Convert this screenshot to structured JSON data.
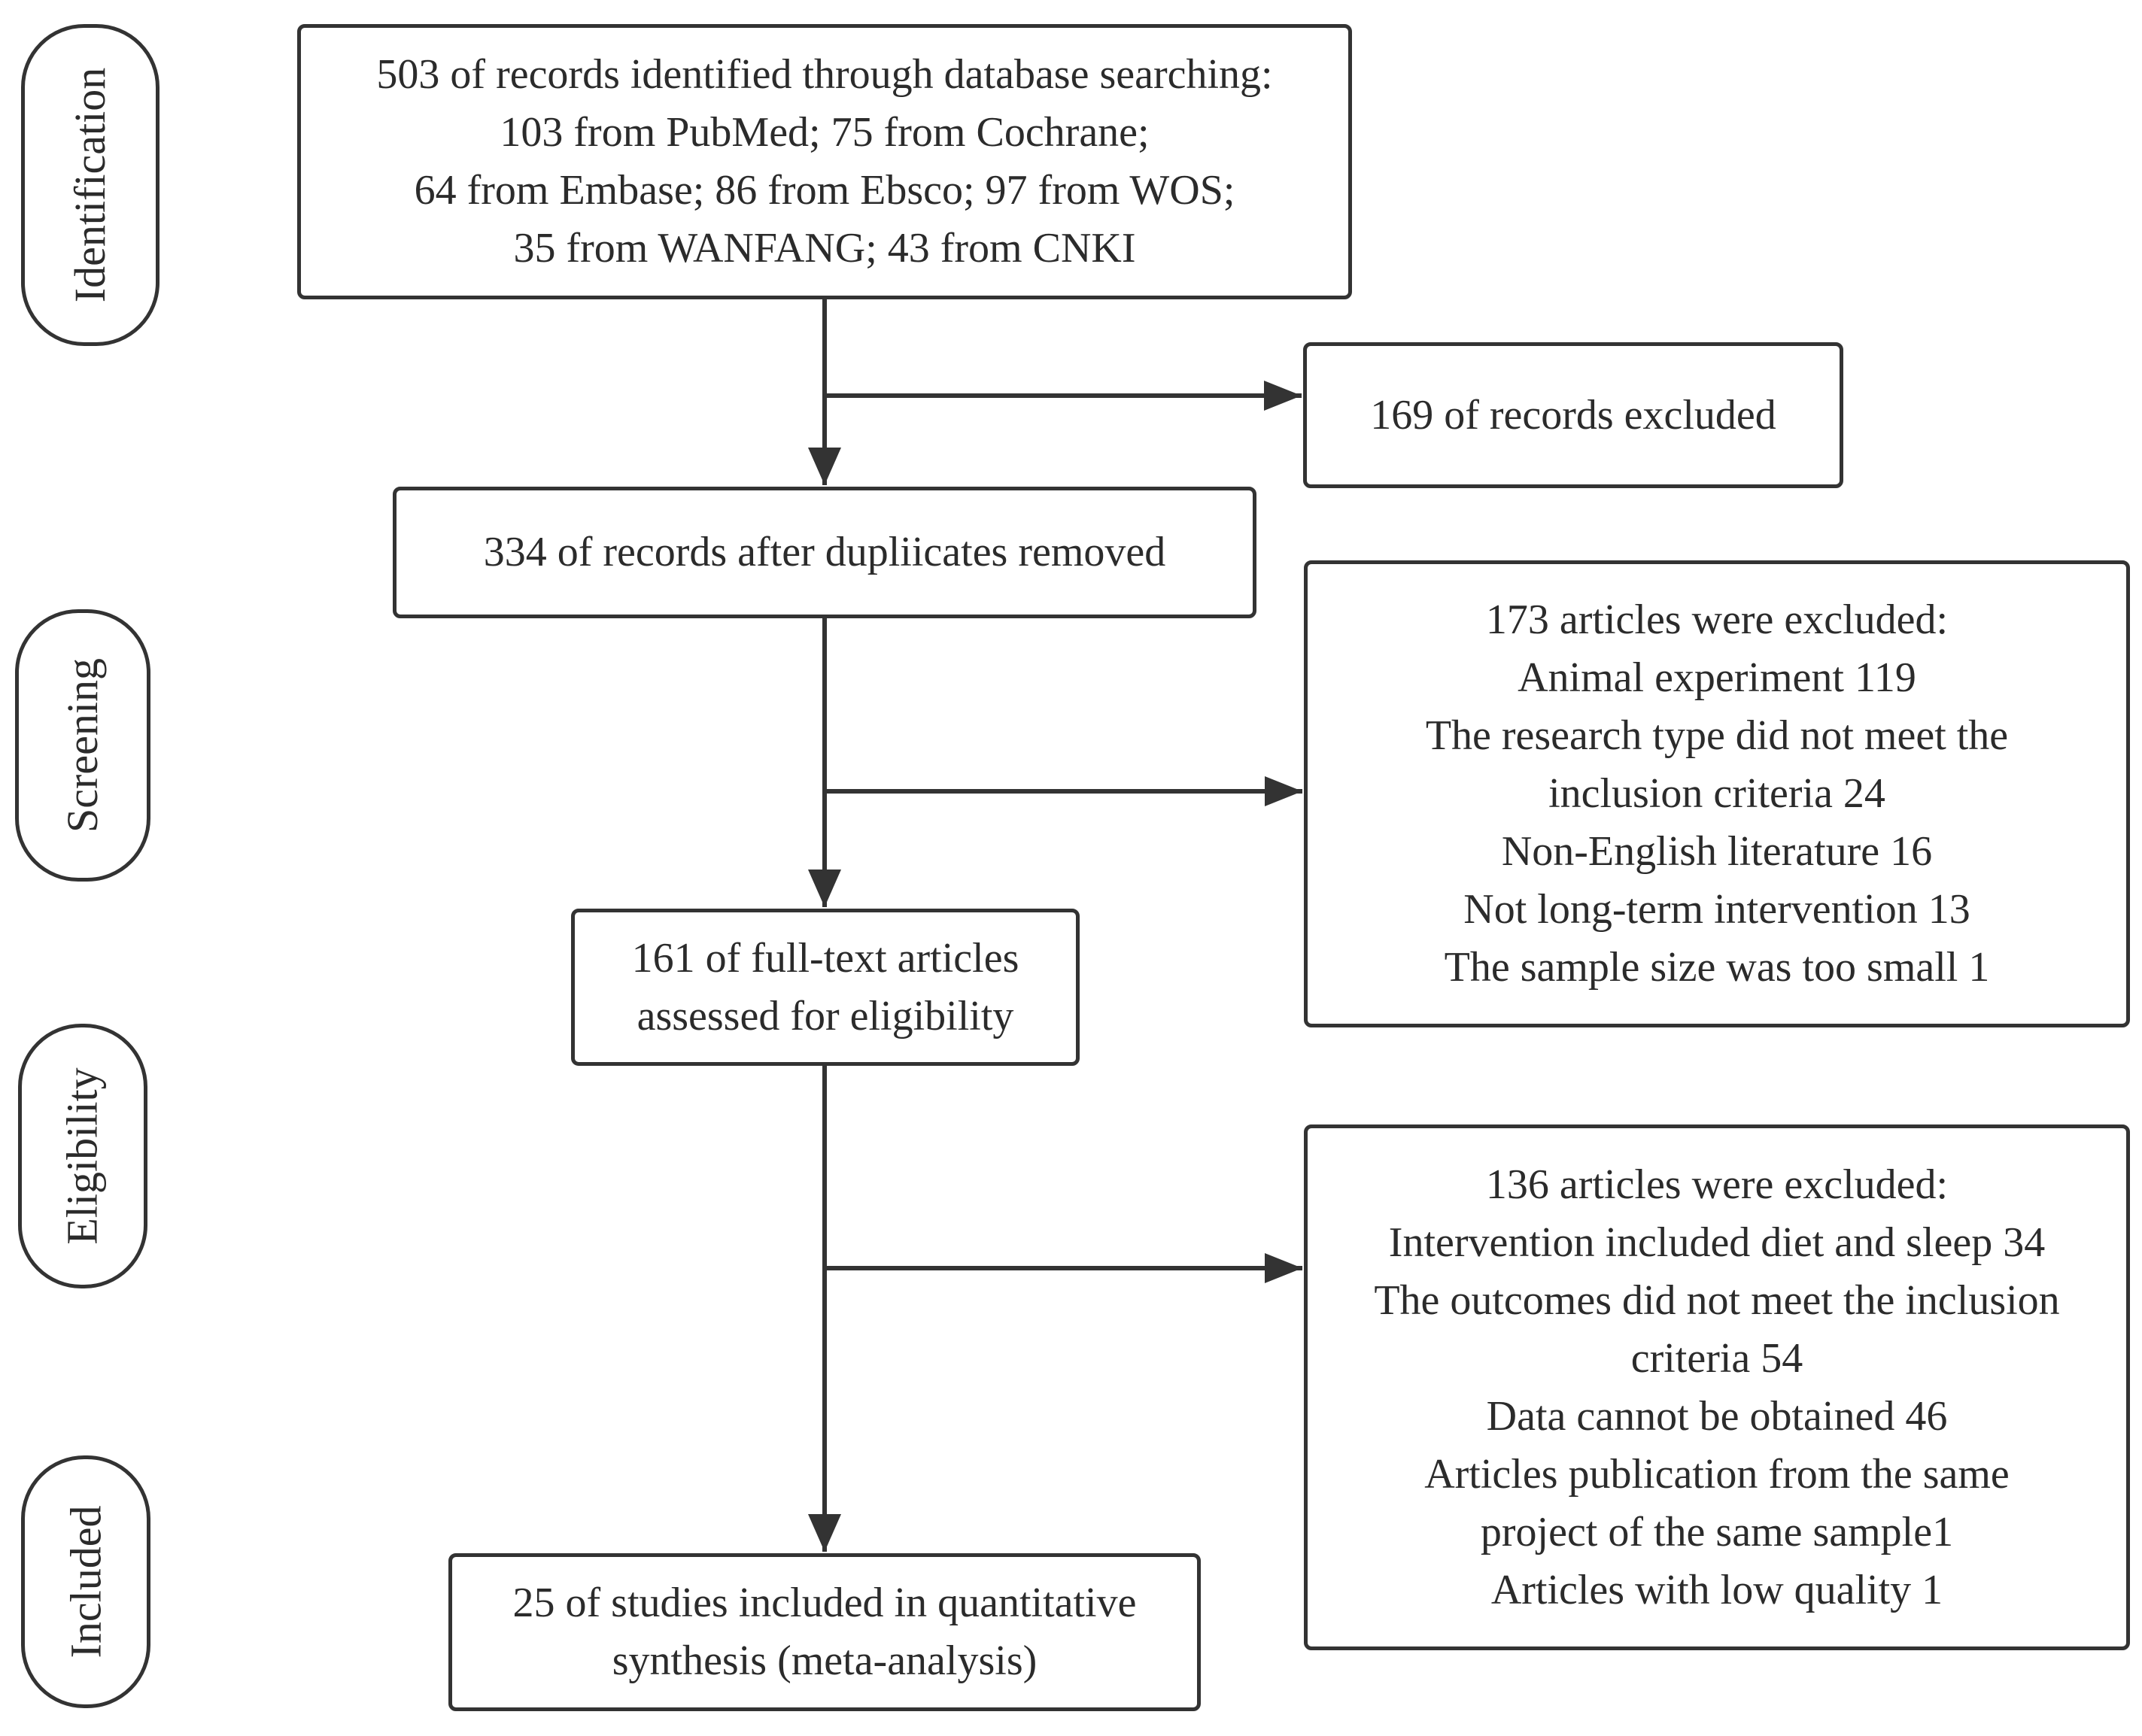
{
  "stages": {
    "identification": "Identification",
    "screening": "Screening",
    "eligibility": "Eligibility",
    "included": "Included"
  },
  "boxes": {
    "records_identified": {
      "lines": [
        "503 of records identified through database searching:",
        "103 from PubMed; 75 from Cochrane;",
        "64 from Embase; 86 from Ebsco; 97 from WOS;",
        "35 from WANFANG; 43 from CNKI"
      ]
    },
    "records_excluded": {
      "lines": [
        "169 of records excluded"
      ]
    },
    "after_duplicates": {
      "lines": [
        "334 of records after dupliicates removed"
      ]
    },
    "screening_excluded": {
      "lines": [
        "173 articles were excluded:",
        "Animal experiment 119",
        "The research type did not meet the",
        "inclusion criteria 24",
        "Non-English literature 16",
        "Not long-term intervention 13",
        "The sample size was too small 1"
      ]
    },
    "full_text_assessed": {
      "lines": [
        "161 of full-text articles",
        "assessed for eligibility"
      ]
    },
    "eligibility_excluded": {
      "lines": [
        "136 articles were excluded:",
        "Intervention included diet and sleep 34",
        "The outcomes did not meet the inclusion",
        "criteria 54",
        "Data cannot be obtained 46",
        "Articles publication from the same",
        "project of the same sample1",
        "Articles with low quality 1"
      ]
    },
    "studies_included": {
      "lines": [
        "25 of studies included in quantitative",
        "synthesis (meta-analysis)"
      ]
    }
  }
}
